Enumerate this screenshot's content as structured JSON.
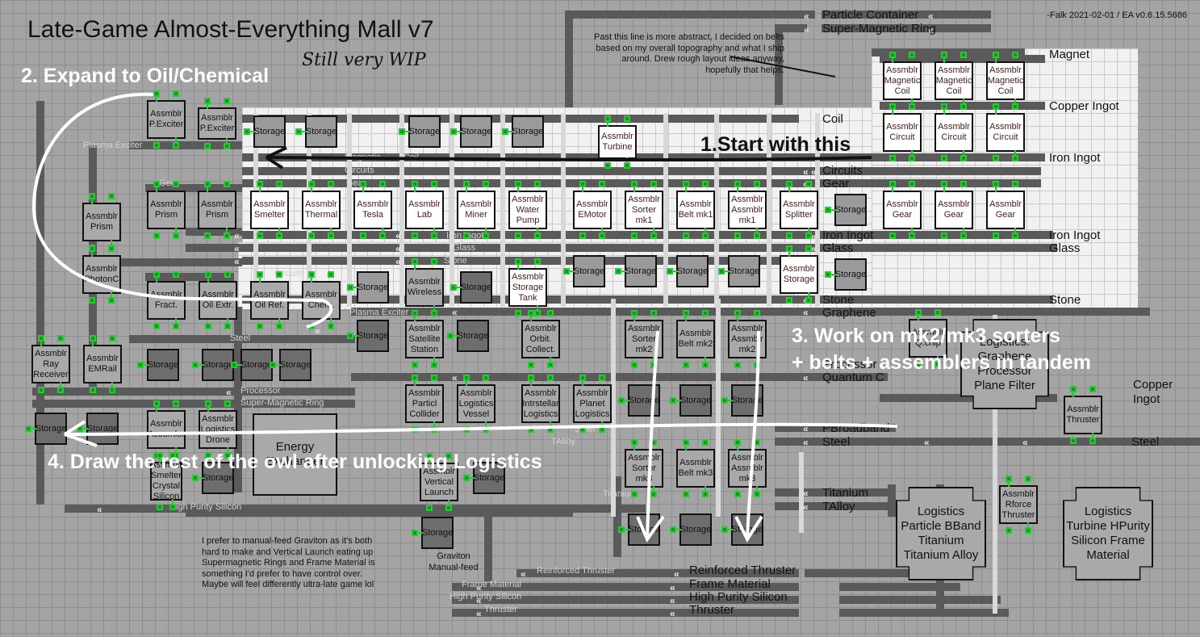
{
  "title": "Late-Game Almost-Everything Mall v7",
  "credit": "-Falk 2021-02-01 / EA v0.6.15.5686",
  "handwritten_note": "Still very WIP",
  "annotations": {
    "step1": "1.Start with this",
    "step2": "2. Expand to Oil/Chemical",
    "step3_line1": "3. Work on mk2/mk3 sorters",
    "step3_line2": "+ belts + assemblers in tandem",
    "step4": "4. Draw the rest of the owl after unlocking Logistics"
  },
  "notes": {
    "abstract_note": "Past this line is more abstract, I decided on belts based on my overall topography and what I ship around. Drew rough layout ideas anyway, hopefully that helps.",
    "graviton_note": "I prefer to manual-feed Graviton as it's both hard to make and Vertical Launch eating up Supermagnetic Rings and Frame Material is something I'd prefer to have control over. Maybe will feel differently ultra-late game lol",
    "graviton_label_1": "Graviton",
    "graviton_label_2": "Manual-feed"
  },
  "bus_labels": [
    "Particle Container",
    "Super-Magnetic Ring",
    "Magnet",
    "Copper Ingot",
    "Coil",
    "Iron Ingot",
    "Circuits",
    "Gear",
    "Iron Ingot",
    "Iron Ingot",
    "Glass",
    "Glass",
    "Stone",
    "Stone",
    "Graphene",
    "Processor",
    "Quantum C",
    "Copper",
    "Ingot",
    "PBroadband",
    "Steel",
    "Steel",
    "Titanium",
    "TAlloy",
    "Reinforced Thruster",
    "Frame Material",
    "High Purity Silicon",
    "Thruster"
  ],
  "belt_labels": [
    "Plasma Exciter",
    "Gear",
    "Magnetic",
    "Coil",
    "Circuits",
    "Gear",
    "Iron Ingot",
    "Glass",
    "Stone",
    "Circuits",
    "Plasma Exciter",
    "Steel",
    "Processor",
    "Super-Magnetic Ring",
    "High Purity Silicon",
    "Titanium",
    "TAlloy",
    "Steel",
    "Reinforced Thruster",
    "Frame Material",
    "High Purity Silicon",
    "Thruster"
  ],
  "machines": {
    "assembler_prefix": "Assmblr",
    "storage": "Storage",
    "p_exciter": "P.Exciter",
    "prism": "Prism",
    "photonc": "PhotonC",
    "smelter": "Smelter",
    "thermal": "Thermal",
    "tesla": "Tesla",
    "lab": "Lab",
    "miner": "Miner",
    "water_pump": "Water Pump",
    "emotor": "EMotor",
    "sorter_mk1": "Sorter mk1",
    "belt_mk1": "Belt mk1",
    "assmblr_mk1": "Assmblr mk1",
    "splitter": "Splitter",
    "storage_asm": "Storage",
    "turbine": "Turbine",
    "magnetic_coil": "Magnetic Coil",
    "circuit": "Circuit",
    "gear": "Gear",
    "fract": "Fract.",
    "oil_extr": "Oil Extr.",
    "oil_ref": "Oil Ref.",
    "chem": "Chem.",
    "wireless": "Wireless",
    "storage_tank": "Storage Tank",
    "satellite": "Satellite Station",
    "orbit": "Orbit. Collect.",
    "ray_receiver": "Ray Receiver",
    "emrail": "EMRail",
    "particle_collider": "Particl Collider",
    "logistics_vessel": "Logistics Vessel",
    "interstellar": "Intrstellar Logistics",
    "planet": "Planet Logistics",
    "sorter_mk2": "Sorter mk2",
    "belt_mk2": "Belt mk2",
    "assmblr_mk2": "Assmblr mk2",
    "sorter_mk3": "Sorter mk3",
    "belt_mk3": "Belt mk3",
    "assmblr_mk3": "Assmblr mk3",
    "qchip": "Q.chip",
    "accumulator": "Accumlor",
    "logistics_drone": "Logistics Drone",
    "smelter_crystal": "Smelter Crystal Silicon",
    "energy_exchanger": "Energy Exchanger",
    "vertical_launch": "Vertical Launch",
    "thruster": "Thruster",
    "rforce_thruster": "Rforce Thruster"
  },
  "logistics_blocks": {
    "graphene_block": "Logistics: Graphene Processor Plane Filter",
    "particle_block": "Logistics Particle BBand Titanium Titanium Alloy",
    "turbine_block": "Logistics Turbine HPurity Silicon Frame Material"
  }
}
